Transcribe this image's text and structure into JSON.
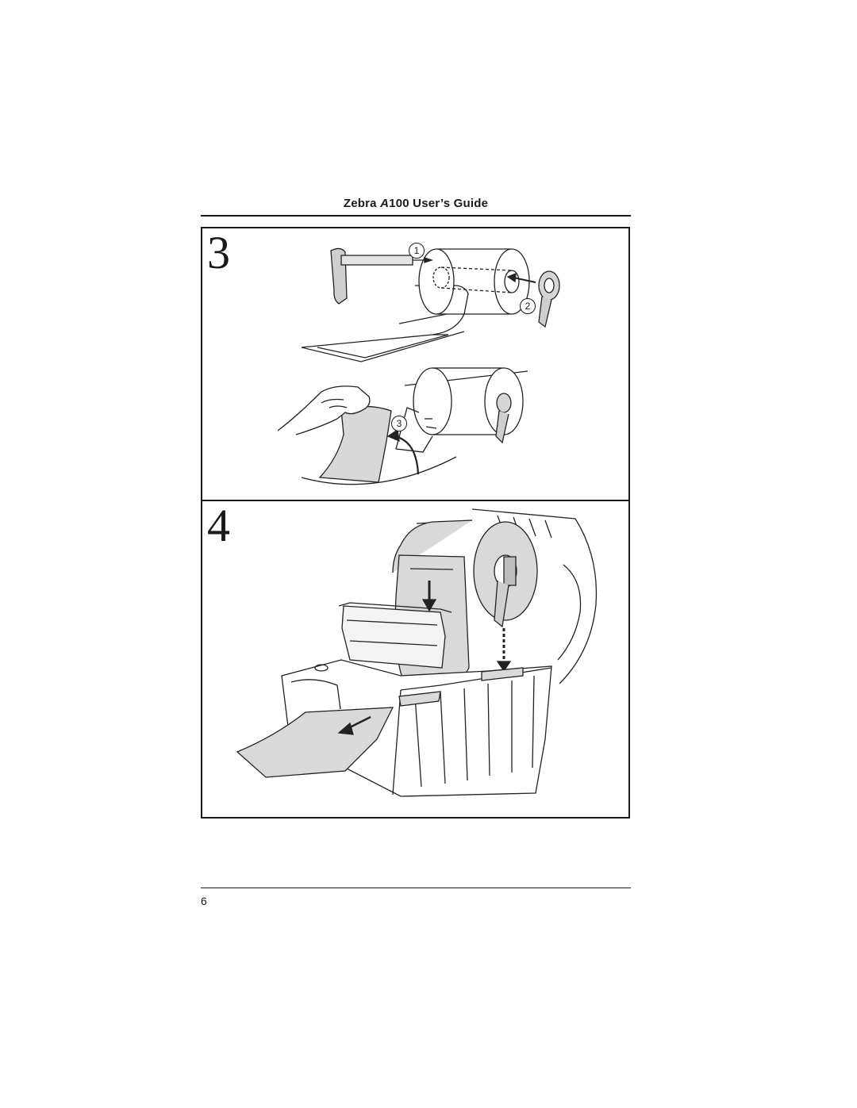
{
  "header": {
    "brand": "Zebra",
    "model": "A",
    "model_number": "100",
    "suffix": "User’s Guide"
  },
  "steps": [
    {
      "number": "3",
      "callouts": [
        "1",
        "2",
        "3"
      ]
    },
    {
      "number": "4"
    }
  ],
  "footer": {
    "page_number": "6"
  }
}
